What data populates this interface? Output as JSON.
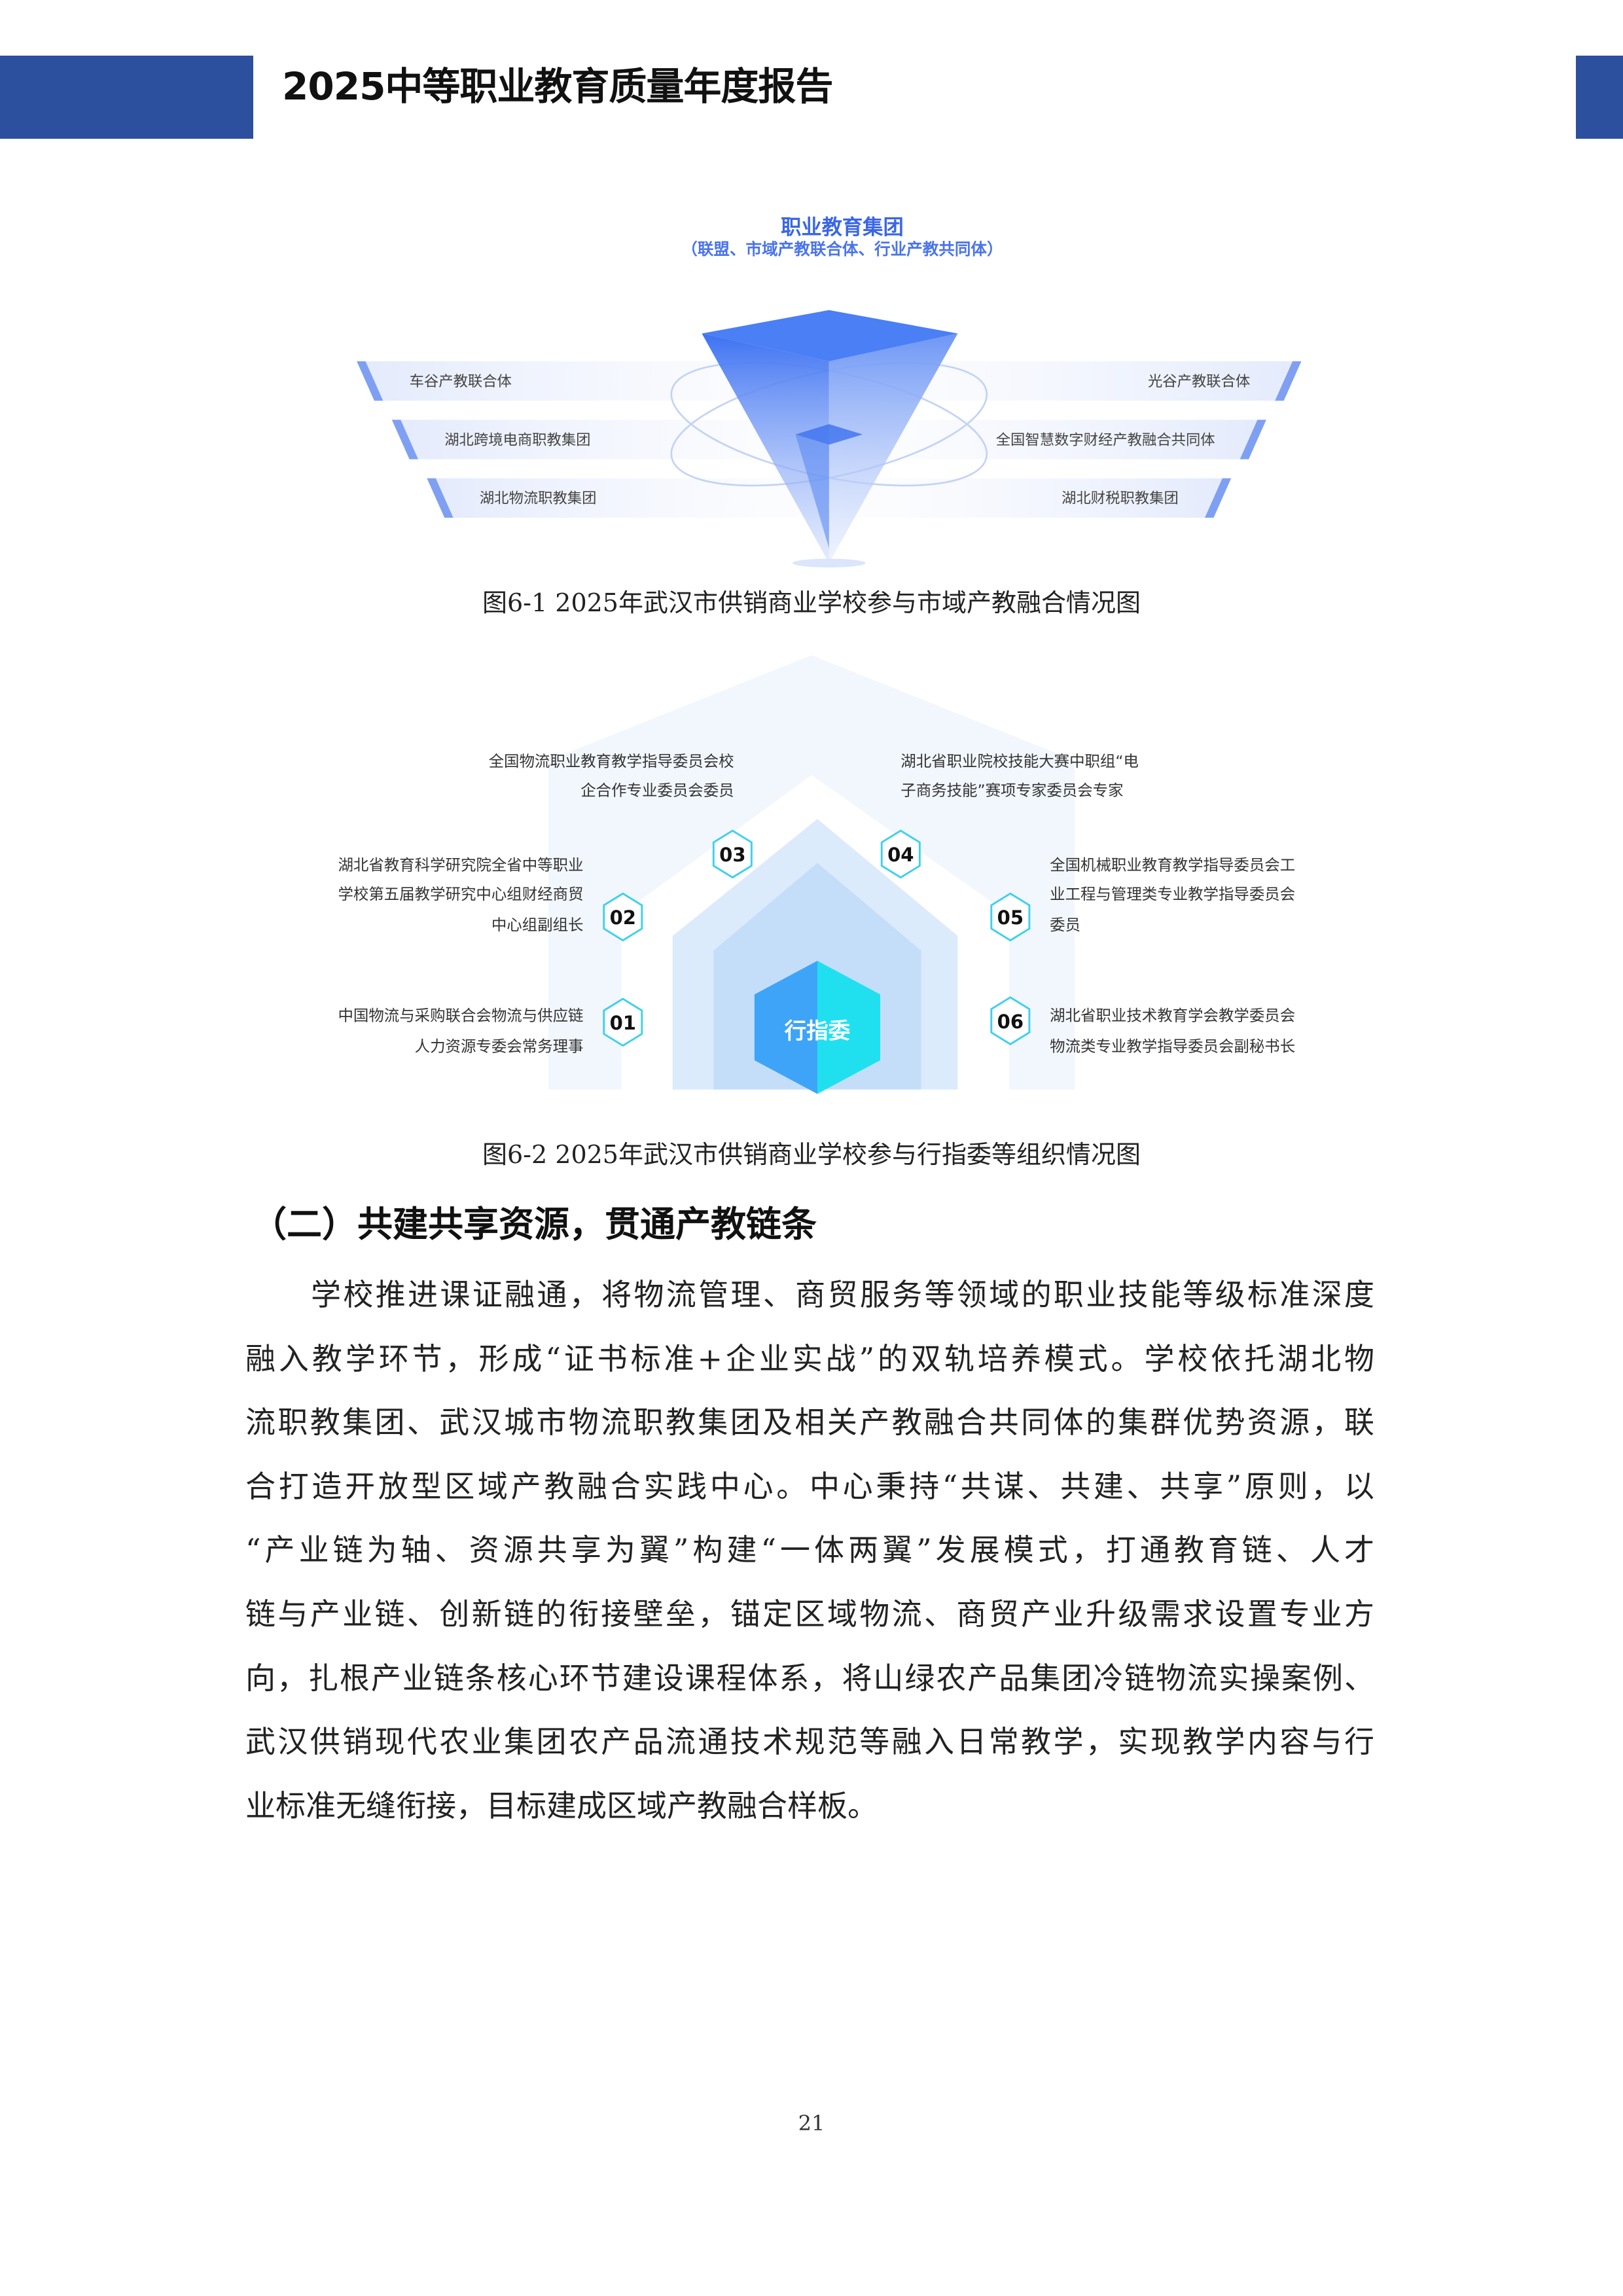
{
  "header": {
    "title": "2025中等职业教育质量年度报告"
  },
  "figure1": {
    "title": "职业教育集团",
    "subtitle": "（联盟、市域产教联合体、行业产教共同体）",
    "left_items": [
      "车谷产教联合体",
      "湖北跨境电商职教集团",
      "湖北物流职教集团"
    ],
    "right_items": [
      "光谷产教联合体",
      "全国智慧数字财经产教融合共同体",
      "湖北财税职教集团"
    ],
    "caption": "图6-1 2025年武汉市供销商业学校参与市域产教融合情况图"
  },
  "figure2": {
    "center_label": "行指委",
    "items": [
      {
        "num": "01",
        "lines": [
          "中国物流与采购联合会物流与供应链",
          "人力资源专委会常务理事"
        ]
      },
      {
        "num": "02",
        "lines": [
          "湖北省教育科学研究院全省中等职业",
          "学校第五届教学研究中心组财经商贸",
          "中心组副组长"
        ]
      },
      {
        "num": "03",
        "lines": [
          "全国物流职业教育教学指导委员会校",
          "企合作专业委员会委员"
        ]
      },
      {
        "num": "04",
        "lines": [
          "湖北省职业院校技能大赛中职组“电",
          "子商务技能”赛项专家委员会专家"
        ]
      },
      {
        "num": "05",
        "lines": [
          "全国机械职业教育教学指导委员会工",
          "业工程与管理类专业教学指导委员会",
          "委员"
        ]
      },
      {
        "num": "06",
        "lines": [
          "湖北省职业技术教育学会教学委员会",
          "物流类专业教学指导委员会副秘书长"
        ]
      }
    ],
    "caption": "图6-2 2025年武汉市供销商业学校参与行指委等组织情况图"
  },
  "section": {
    "heading": "（二）共建共享资源，贯通产教链条",
    "lines": [
      "学校推进课证融通，将物流管理、商贸服务等领域的职业技能等级标准深度",
      "融入教学环节，形成“证书标准+企业实战”的双轨培养模式。学校依托湖北物",
      "流职教集团、武汉城市物流职教集团及相关产教融合共同体的集群优势资源，联",
      "合打造开放型区域产教融合实践中心。中心秉持“共谋、共建、共享”原则，以",
      "“产业链为轴、资源共享为翼”构建“一体两翼”发展模式，打通教育链、人才",
      "链与产业链、创新链的衔接壁垒，锚定区域物流、商贸产业升级需求设置专业方",
      "向，扎根产业链条核心环节建设课程体系，将山绿农产品集团冷链物流实操案例、",
      "武汉供销现代农业集团农产品流通技术规范等融入日常教学，实现教学内容与行",
      "业标准无缝衔接，目标建成区域产教融合样板。"
    ]
  },
  "footer": {
    "page_number": "21"
  },
  "colors": {
    "brand": "#2c4f9e",
    "accent_blue": "#3b6ff0",
    "cyan": "#22e3f0"
  }
}
